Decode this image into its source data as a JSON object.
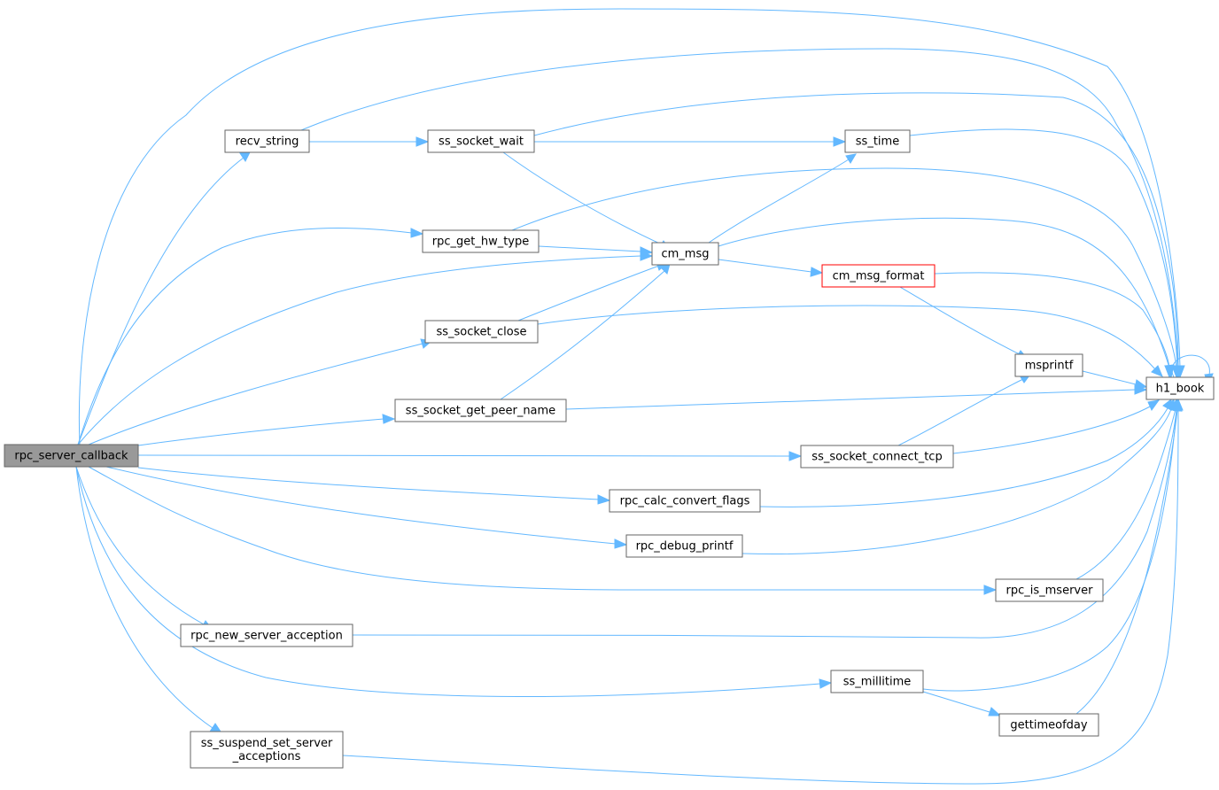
{
  "graph": {
    "nodes": {
      "rpc_server_callback": {
        "label": "rpc_server_callback",
        "root": true
      },
      "recv_string": {
        "label": "recv_string"
      },
      "ss_socket_wait": {
        "label": "ss_socket_wait"
      },
      "ss_time": {
        "label": "ss_time"
      },
      "rpc_get_hw_type": {
        "label": "rpc_get_hw_type"
      },
      "cm_msg": {
        "label": "cm_msg"
      },
      "cm_msg_format": {
        "label": "cm_msg_format",
        "highlight": "red"
      },
      "ss_socket_close": {
        "label": "ss_socket_close"
      },
      "msprintf": {
        "label": "msprintf"
      },
      "h1_book": {
        "label": "h1_book"
      },
      "ss_socket_get_peer_name": {
        "label": "ss_socket_get_peer_name"
      },
      "ss_socket_connect_tcp": {
        "label": "ss_socket_connect_tcp"
      },
      "rpc_calc_convert_flags": {
        "label": "rpc_calc_convert_flags"
      },
      "rpc_debug_printf": {
        "label": "rpc_debug_printf"
      },
      "rpc_is_mserver": {
        "label": "rpc_is_mserver"
      },
      "rpc_new_server_acception": {
        "label": "rpc_new_server_acception"
      },
      "ss_millitime": {
        "label": "ss_millitime"
      },
      "gettimeofday": {
        "label": "gettimeofday"
      },
      "ss_suspend_set_server_acceptions": {
        "label": "ss_suspend_set_server\n_acceptions"
      }
    },
    "edge_color": "#63b8ff",
    "root_fill": "#999999",
    "highlight_color": "#ff0000"
  }
}
